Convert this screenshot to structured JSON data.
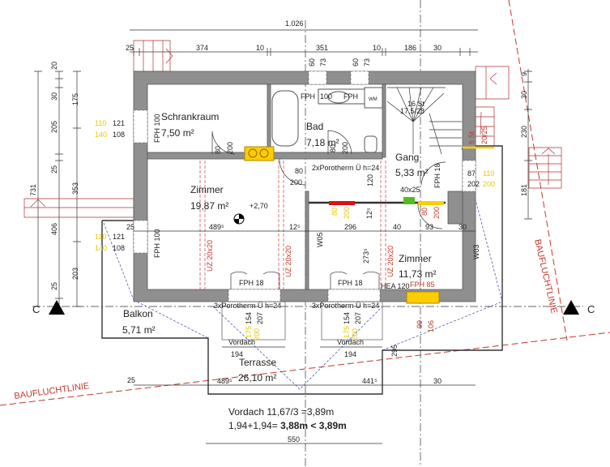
{
  "colors": {
    "wall": "#8f8f8f",
    "dimension_red": "#c0392b",
    "dimension_yellow": "#e6c800",
    "chimney": "#ffcc00",
    "lintel_red": "#e01010",
    "pillar_green": "#55bb22"
  },
  "overall_width": "1.026",
  "top_dims": [
    "25",
    "374",
    "10",
    "351",
    "10",
    "186",
    "30"
  ],
  "window_top_dims": [
    "60",
    "73",
    "60",
    "73"
  ],
  "rooms": {
    "schrankraum": {
      "name": "Schrankraum",
      "area": "7,50 m²"
    },
    "bad": {
      "name": "Bad",
      "area": "7,18 m²"
    },
    "gang": {
      "name": "Gang",
      "area": "5,33 m²"
    },
    "zimmer1": {
      "name": "Zimmer",
      "area": "19,87 m²",
      "level": "+2,70"
    },
    "zimmer2": {
      "name": "Zimmer",
      "area": "11,73 m²"
    },
    "balkon": {
      "name": "Balkon",
      "area": "5,71 m²"
    },
    "terrasse": {
      "name": "Terrasse",
      "area": "26,10 m²"
    }
  },
  "labels": {
    "fph100": "FPH 100",
    "fph": "FPH",
    "n100": "100",
    "wm": "WM",
    "fph18": "FPH 18",
    "hea120": "HEA 120",
    "fph85": "FPH 85",
    "stairs_count": "16 St",
    "stairs_ratio": "17,5/28",
    "porotherm2": "2xPorotherm Ü h=24",
    "porotherm3": "3xPorotherm Ü h=24",
    "uz": "UZ 20x20",
    "w05": "W05",
    "w03": "W03",
    "pillar": "40x25",
    "vordach": "Vordach",
    "baufluchtlinie": "BAUFLUCHTLINIE",
    "section": "C",
    "ext_stairs_count": "6 St",
    "ext_stairs_ratio": "20/25"
  },
  "doors": {
    "w80": "80",
    "h200": "200",
    "w120": "120"
  },
  "windows": {
    "y110": "110",
    "b121": "121",
    "y140": "140",
    "b108": "108",
    "b87": "87",
    "b202": "202",
    "y200": "200",
    "y175": "175",
    "b154": "154",
    "b207": "207",
    "r99": "99",
    "r106": "106"
  },
  "inner_dims": {
    "d4895": "489⁵",
    "d125": "12⁵",
    "d296": "296",
    "d40": "40",
    "d93": "93",
    "d30": "30",
    "d25": "25",
    "d2735": "273⁵",
    "d194": "194",
    "d295": "295",
    "d4415": "441⁵",
    "d550": "550"
  },
  "left_dims": {
    "d20": "20",
    "d30": "30",
    "d205": "205",
    "d25a": "25",
    "d406": "406",
    "d25b": "25",
    "d731": "731",
    "d175": "175",
    "d353": "353",
    "d203": "203"
  },
  "right_dims": {
    "d9": "9",
    "d30": "30",
    "d230": "230",
    "d181": "181"
  },
  "note": {
    "line1": "Vordach 11,67/3 =3,89m",
    "line2_prefix": "1,94+1,94= ",
    "line2_bold": "3,88m < 3,89m"
  }
}
